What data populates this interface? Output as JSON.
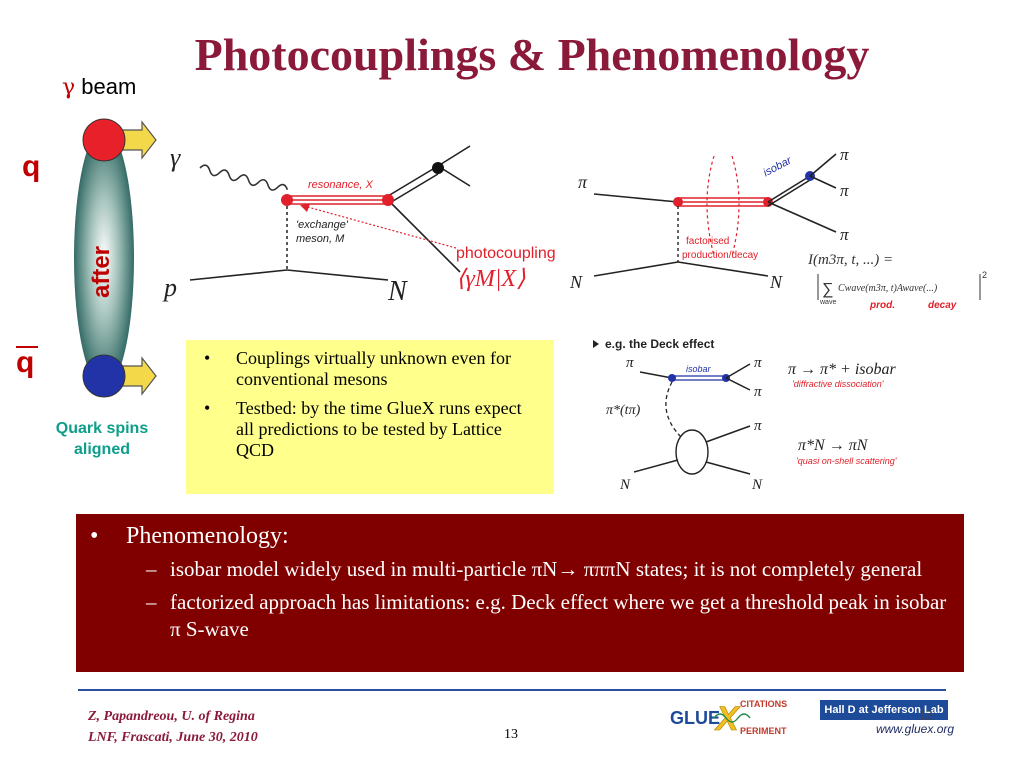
{
  "title": "Photocouplings & Phenomenology",
  "left_panel": {
    "beam_symbol": "γ",
    "beam_label": "beam",
    "quark_label": "q",
    "antiquark_label": "q",
    "after_label": "after",
    "quark_spins": "Quark spins aligned"
  },
  "diagram1": {
    "gamma": "γ",
    "resonance": "resonance, X",
    "exchange": "'exchange'",
    "meson": "meson, M",
    "photocoupling": "photocoupling",
    "bracket_formula": "⟨γM|X⟩",
    "p": "p",
    "N": "N"
  },
  "diagram2": {
    "pi_in": "π",
    "isobar": "isobar",
    "pi_out1": "π",
    "pi_out2": "π",
    "pi_out3": "π",
    "factorised": "factorised",
    "prod_decay": "production/decay",
    "N_in": "N",
    "N_out": "N",
    "intensity_formula": "I(m3π, t, ...) =",
    "sum_label": "∑",
    "wave": "wave",
    "amplitude": "Cwave(m3π, t)Awave(...)",
    "prod": "prod.",
    "decay": "decay"
  },
  "deck": {
    "heading": "e.g. the Deck effect",
    "pi_in": "π",
    "isobar": "isobar",
    "pi_out1": "π",
    "pi_out2": "π",
    "pi_star": "π*(tπ)",
    "pi_out3": "π",
    "N_in": "N",
    "N_out": "N",
    "eq1": "π → π* + isobar",
    "eq1_note": "'diffractive dissociation'",
    "eq2": "π*N → πN",
    "eq2_note": "'quasi on-shell scattering'"
  },
  "yellow_box": {
    "bullets": [
      "Couplings virtually unknown even for conventional mesons",
      "Testbed: by the time GlueX runs expect all predictions to be tested by Lattice QCD"
    ]
  },
  "red_box": {
    "heading": "Phenomenology:",
    "items": [
      "isobar model widely used in multi-particle πN→ πππN states; it is not completely general",
      "factorized approach has limitations: e.g. Deck effect where we get a threshold peak in isobar π S-wave"
    ]
  },
  "footer": {
    "author": "Z, Papandreou, U. of Regina",
    "venue": "LNF, Frascati, June 30, 2010",
    "page": "13",
    "page_overlay": "13"
  },
  "logos": {
    "glue": "GLUE",
    "x": "X",
    "citations": "CITATIONS",
    "periment": "PERIMENT",
    "hall_d": "Hall D at Jefferson Lab",
    "url": "www.gluex.org"
  },
  "colors": {
    "title": "#8b1a3a",
    "quark_red": "#c00000",
    "antiquark_blue": "#2233a8",
    "teal_text": "#0e9e8a",
    "yellow_box": "#ffff8c",
    "red_box": "#800000",
    "diagram_red": "#e0202a",
    "gluex_yellow": "#f0c020"
  }
}
